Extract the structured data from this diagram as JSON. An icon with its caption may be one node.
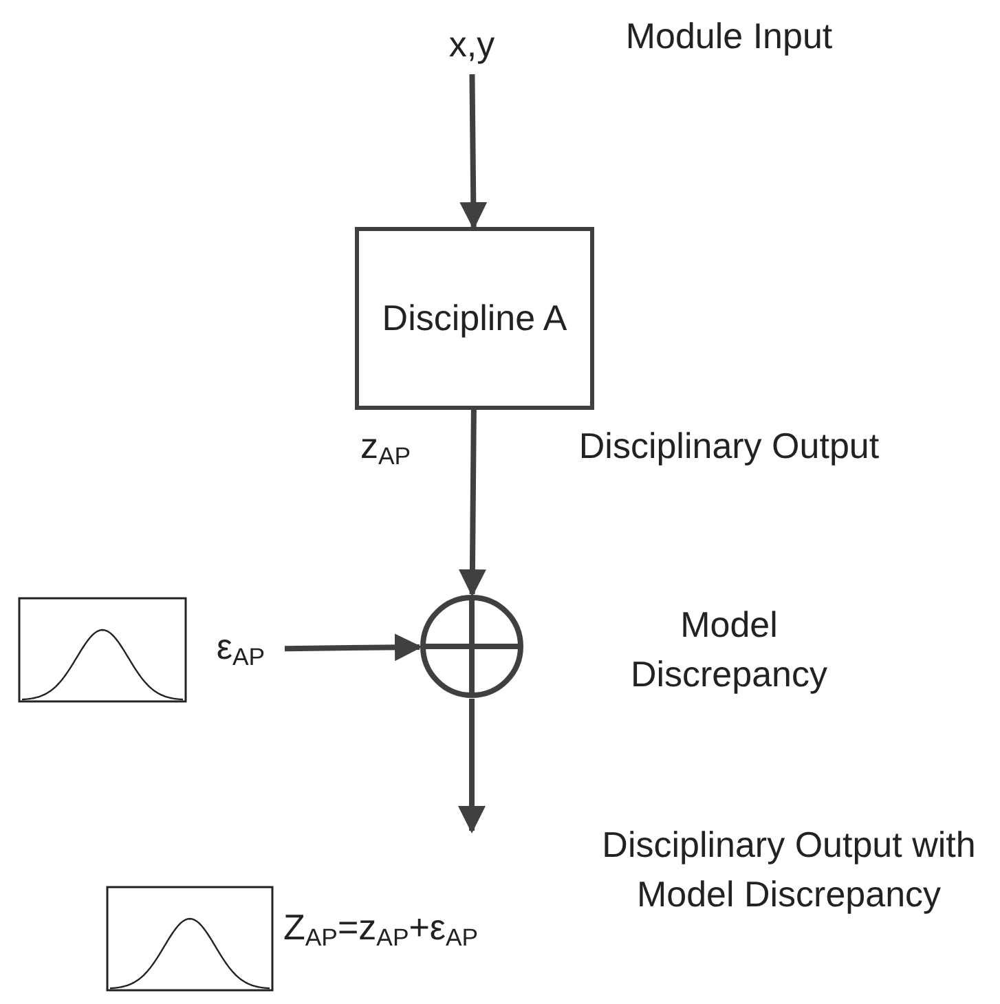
{
  "diagram": {
    "nodes": [
      {
        "text": [
          "x,y"
        ]
      },
      {
        "text": [
          "Discipline A"
        ]
      },
      {
        "text": [],
        "shape": "circle"
      },
      {
        "text": [
          "ε$_{AP}$"
        ]
      }
    ],
    "edges": [
      {
        "from": 0,
        "to": 1,
        "arrow": "to"
      },
      {
        "from": 1,
        "to": 2,
        "arrow": "to",
        "label": "z$_{AP}$"
      },
      {
        "from": 3,
        "to": 2,
        "arrow": "to"
      },
      {
        "from": 2,
        "to": null,
        "arrow": "to"
      }
    ],
    "labels": [
      "Module Input",
      "Disciplinary Output",
      "Model Discrepancy",
      "Disciplinary Output with Model Discrepancy",
      "Z$_{AP}$=z$_{AP}$+ε$_{AP}$"
    ]
  }
}
